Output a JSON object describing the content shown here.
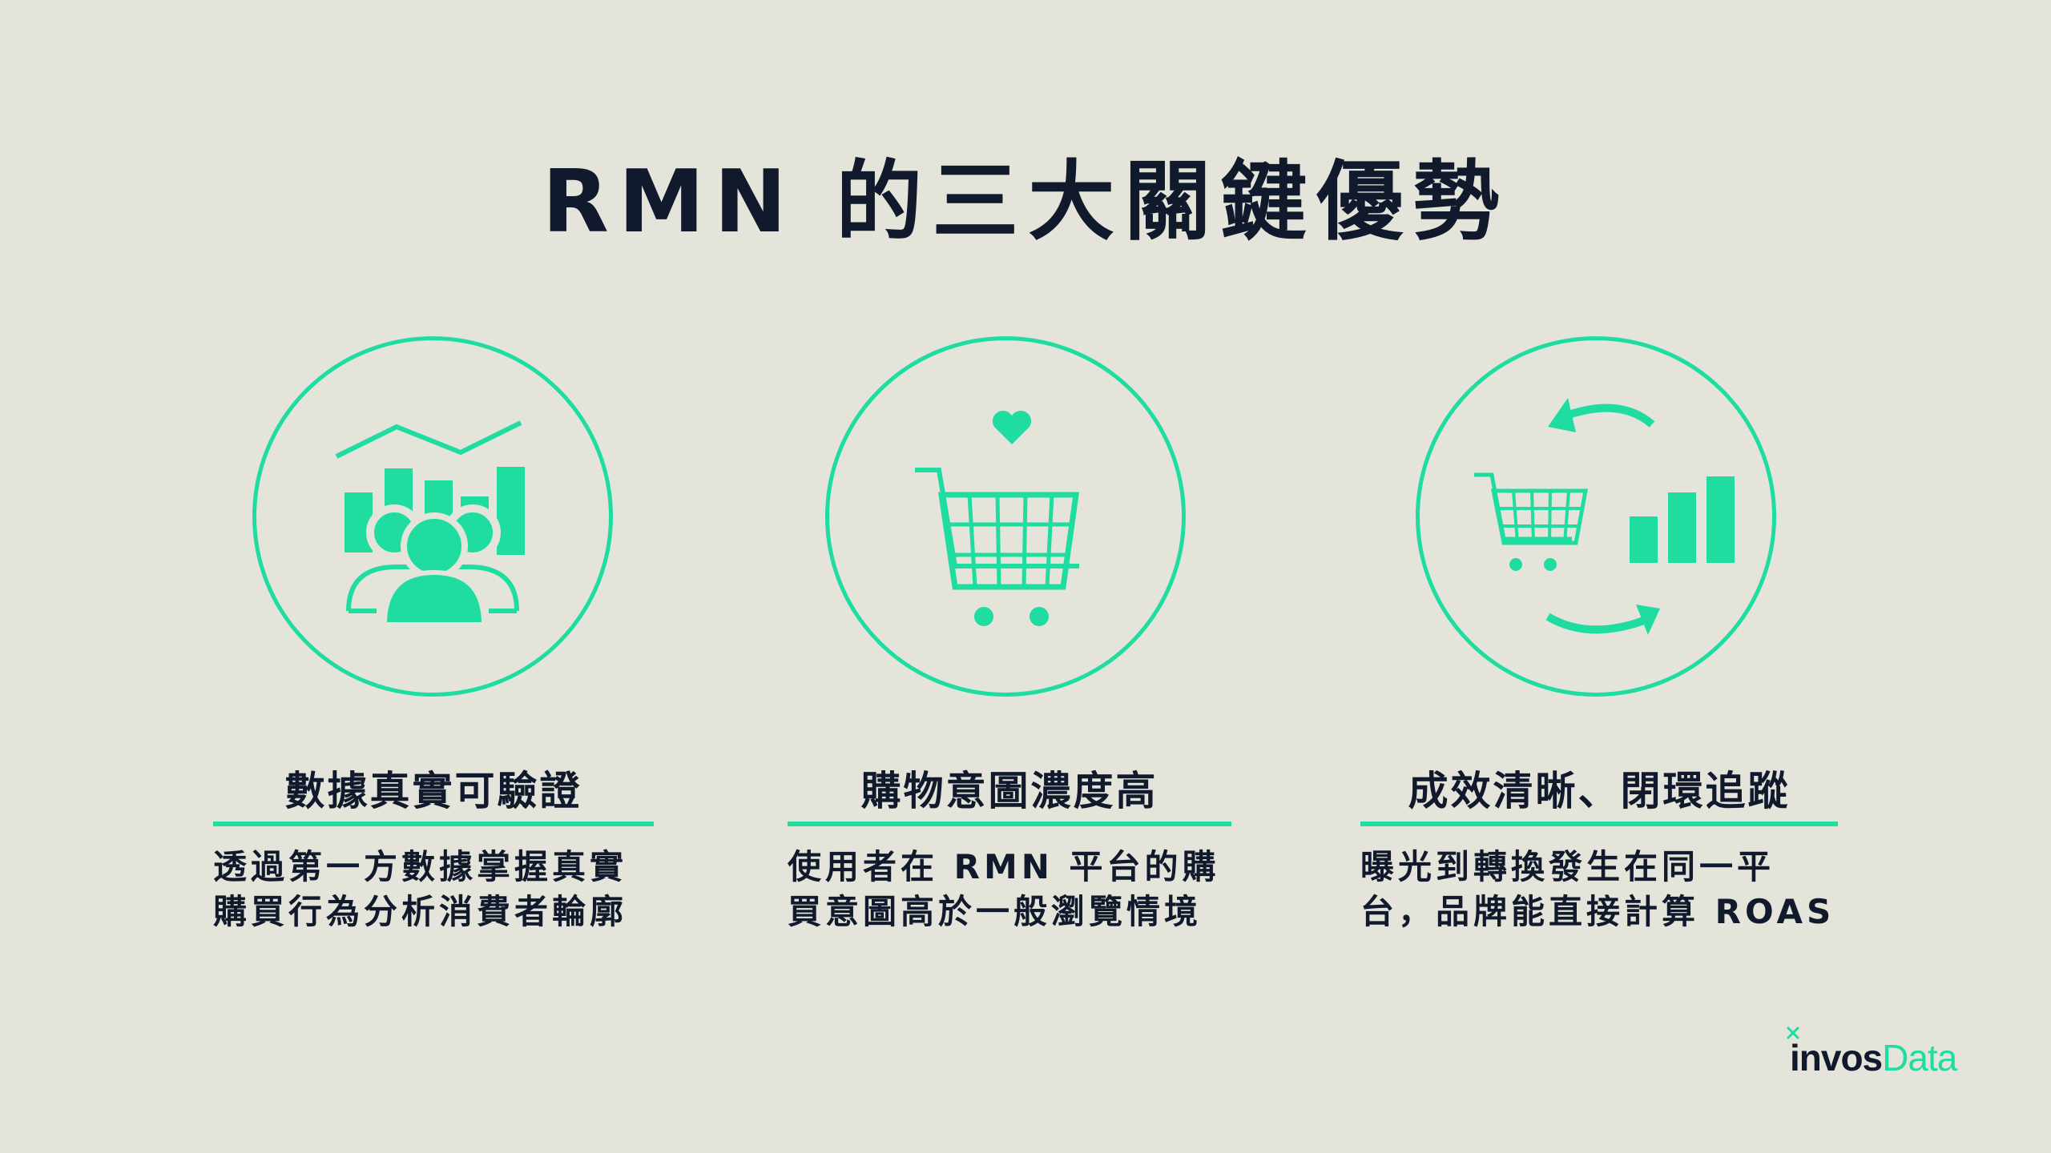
{
  "title": "RMN 的三大關鍵優勢",
  "accent_color": "#1fdca0",
  "cards": [
    {
      "icon": "audience-chart-icon",
      "heading": "數據真實可驗證",
      "lines": [
        "透過第一方數據掌握真實",
        "購買行為分析消費者輪廓"
      ]
    },
    {
      "icon": "cart-heart-icon",
      "heading": "購物意圖濃度高",
      "lines": [
        "使用者在 RMN 平台的購",
        "買意圖高於一般瀏覽情境"
      ]
    },
    {
      "icon": "cart-cycle-chart-icon",
      "heading": "成效清晰、閉環追蹤",
      "lines": [
        "曝光到轉換發生在同一平",
        "台，品牌能直接計算 ROAS"
      ]
    }
  ],
  "logo": {
    "part1": "invos",
    "part2": "Data"
  }
}
